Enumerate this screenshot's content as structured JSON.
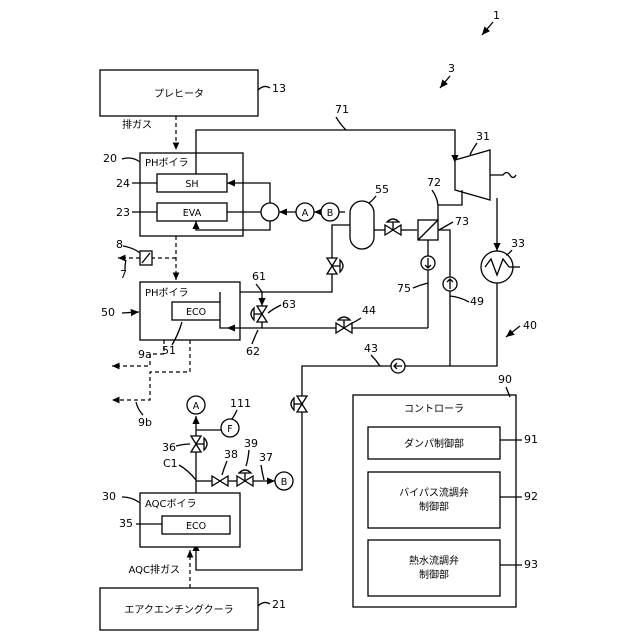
{
  "ref_numerals": {
    "plant": "1",
    "system": "3",
    "preheater": "13",
    "ph_boiler_upper": "20",
    "sh": "24",
    "eva": "23",
    "damper": "8",
    "exhaust_out": "7",
    "ph_boiler_lower": "50",
    "eco_lower": "51",
    "duct_9a": "9a",
    "duct_9b": "9b",
    "line_61": "61",
    "line_62": "62",
    "valve_63": "63",
    "valve_44": "44",
    "line_43": "43",
    "drum": "55",
    "line_71": "71",
    "line_72": "72",
    "valve_73": "73",
    "turbine": "31",
    "condenser": "33",
    "line_40": "40",
    "line_75": "75",
    "line_49": "49",
    "flow_meter": "111",
    "valve_36": "36",
    "point_c1": "C1",
    "valve_38": "38",
    "valve_39": "39",
    "line_37": "37",
    "aqc_boiler": "30",
    "eco_aqc": "35",
    "cooler": "21",
    "controller": "90",
    "damper_ctrl": "91",
    "bypass_ctrl": "92",
    "hotwater_ctrl": "93"
  },
  "labels": {
    "preheater": "プレヒータ",
    "exhaust_gas": "排ガス",
    "ph_boiler": "PHボイラ",
    "sh": "SH",
    "eva": "EVA",
    "eco": "ECO",
    "aqc_boiler": "AQCボイラ",
    "aqc_exhaust": "AQC排ガス",
    "cooler": "エアクエンチングクーラ",
    "controller": "コントローラ",
    "damper_ctrl": "ダンパ制御部",
    "bypass_ctrl_1": "バイパス流調弁",
    "bypass_ctrl_2": "制御部",
    "hotwater_ctrl_1": "熱水流調弁",
    "hotwater_ctrl_2": "制御部"
  },
  "connectors": {
    "a": "A",
    "b": "B",
    "f": "F"
  },
  "icons": [
    "valve-icon",
    "actuator-icon",
    "pump-icon",
    "turbine-icon",
    "condenser-icon",
    "drum-icon",
    "damper-icon",
    "arrow-icon"
  ]
}
